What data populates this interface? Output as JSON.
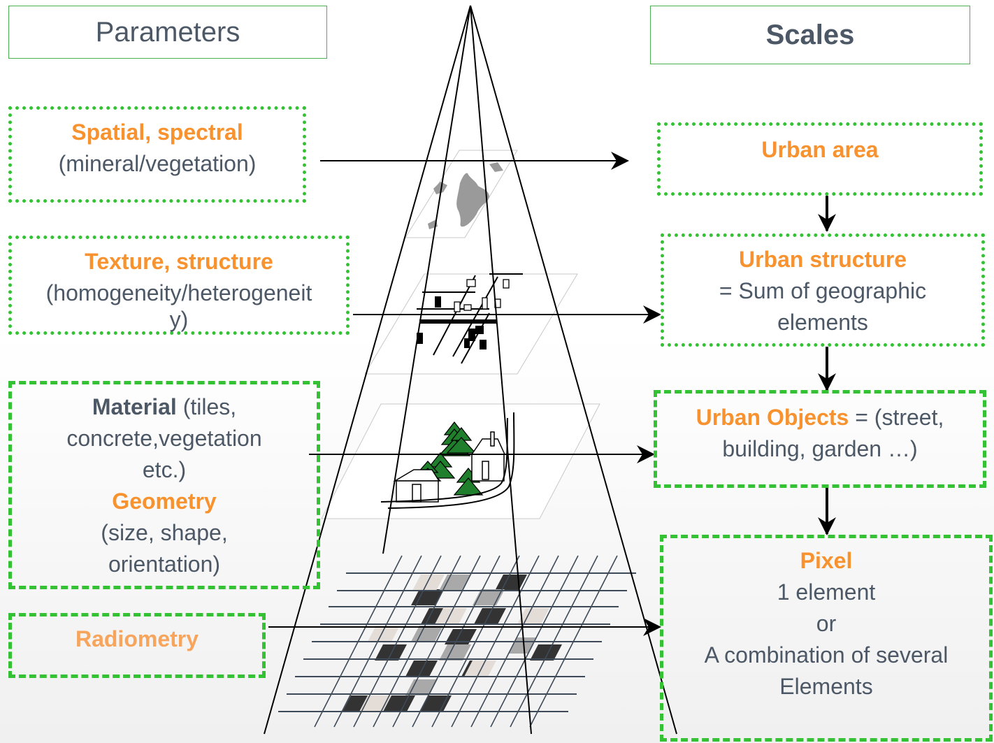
{
  "headers": {
    "left": "Parameters",
    "right": "Scales"
  },
  "params": {
    "spectral": {
      "title": "Spatial, spectral",
      "sub": "(mineral/vegetation)"
    },
    "texture": {
      "title": "Texture, structure",
      "sub1": "(homogeneity/heterogeneit",
      "sub2": "y)"
    },
    "material": {
      "title": "Material",
      "title_rest": " (tiles,",
      "l2": "concrete,vegetation",
      "l3": "etc.)",
      "geo_title": "Geometry",
      "g1": "(size, shape,",
      "g2": "orientation)"
    },
    "radiometry": {
      "title": "Radiometry"
    }
  },
  "scales": {
    "urban_area": {
      "title": "Urban area"
    },
    "urban_structure": {
      "title": "Urban structure",
      "l1": "= Sum of geographic",
      "l2": "elements"
    },
    "urban_objects": {
      "title": "Urban Objects",
      "title_rest": " = (street,",
      "l2": "building, garden …)"
    },
    "pixel": {
      "title": "Pixel",
      "l1": "1 element",
      "l2": "or",
      "l3": "A combination of several",
      "l4": "Elements"
    }
  },
  "colors": {
    "accent_orange": "#f7922e",
    "border_green": "#34c234",
    "text_gray": "#4d5866"
  }
}
